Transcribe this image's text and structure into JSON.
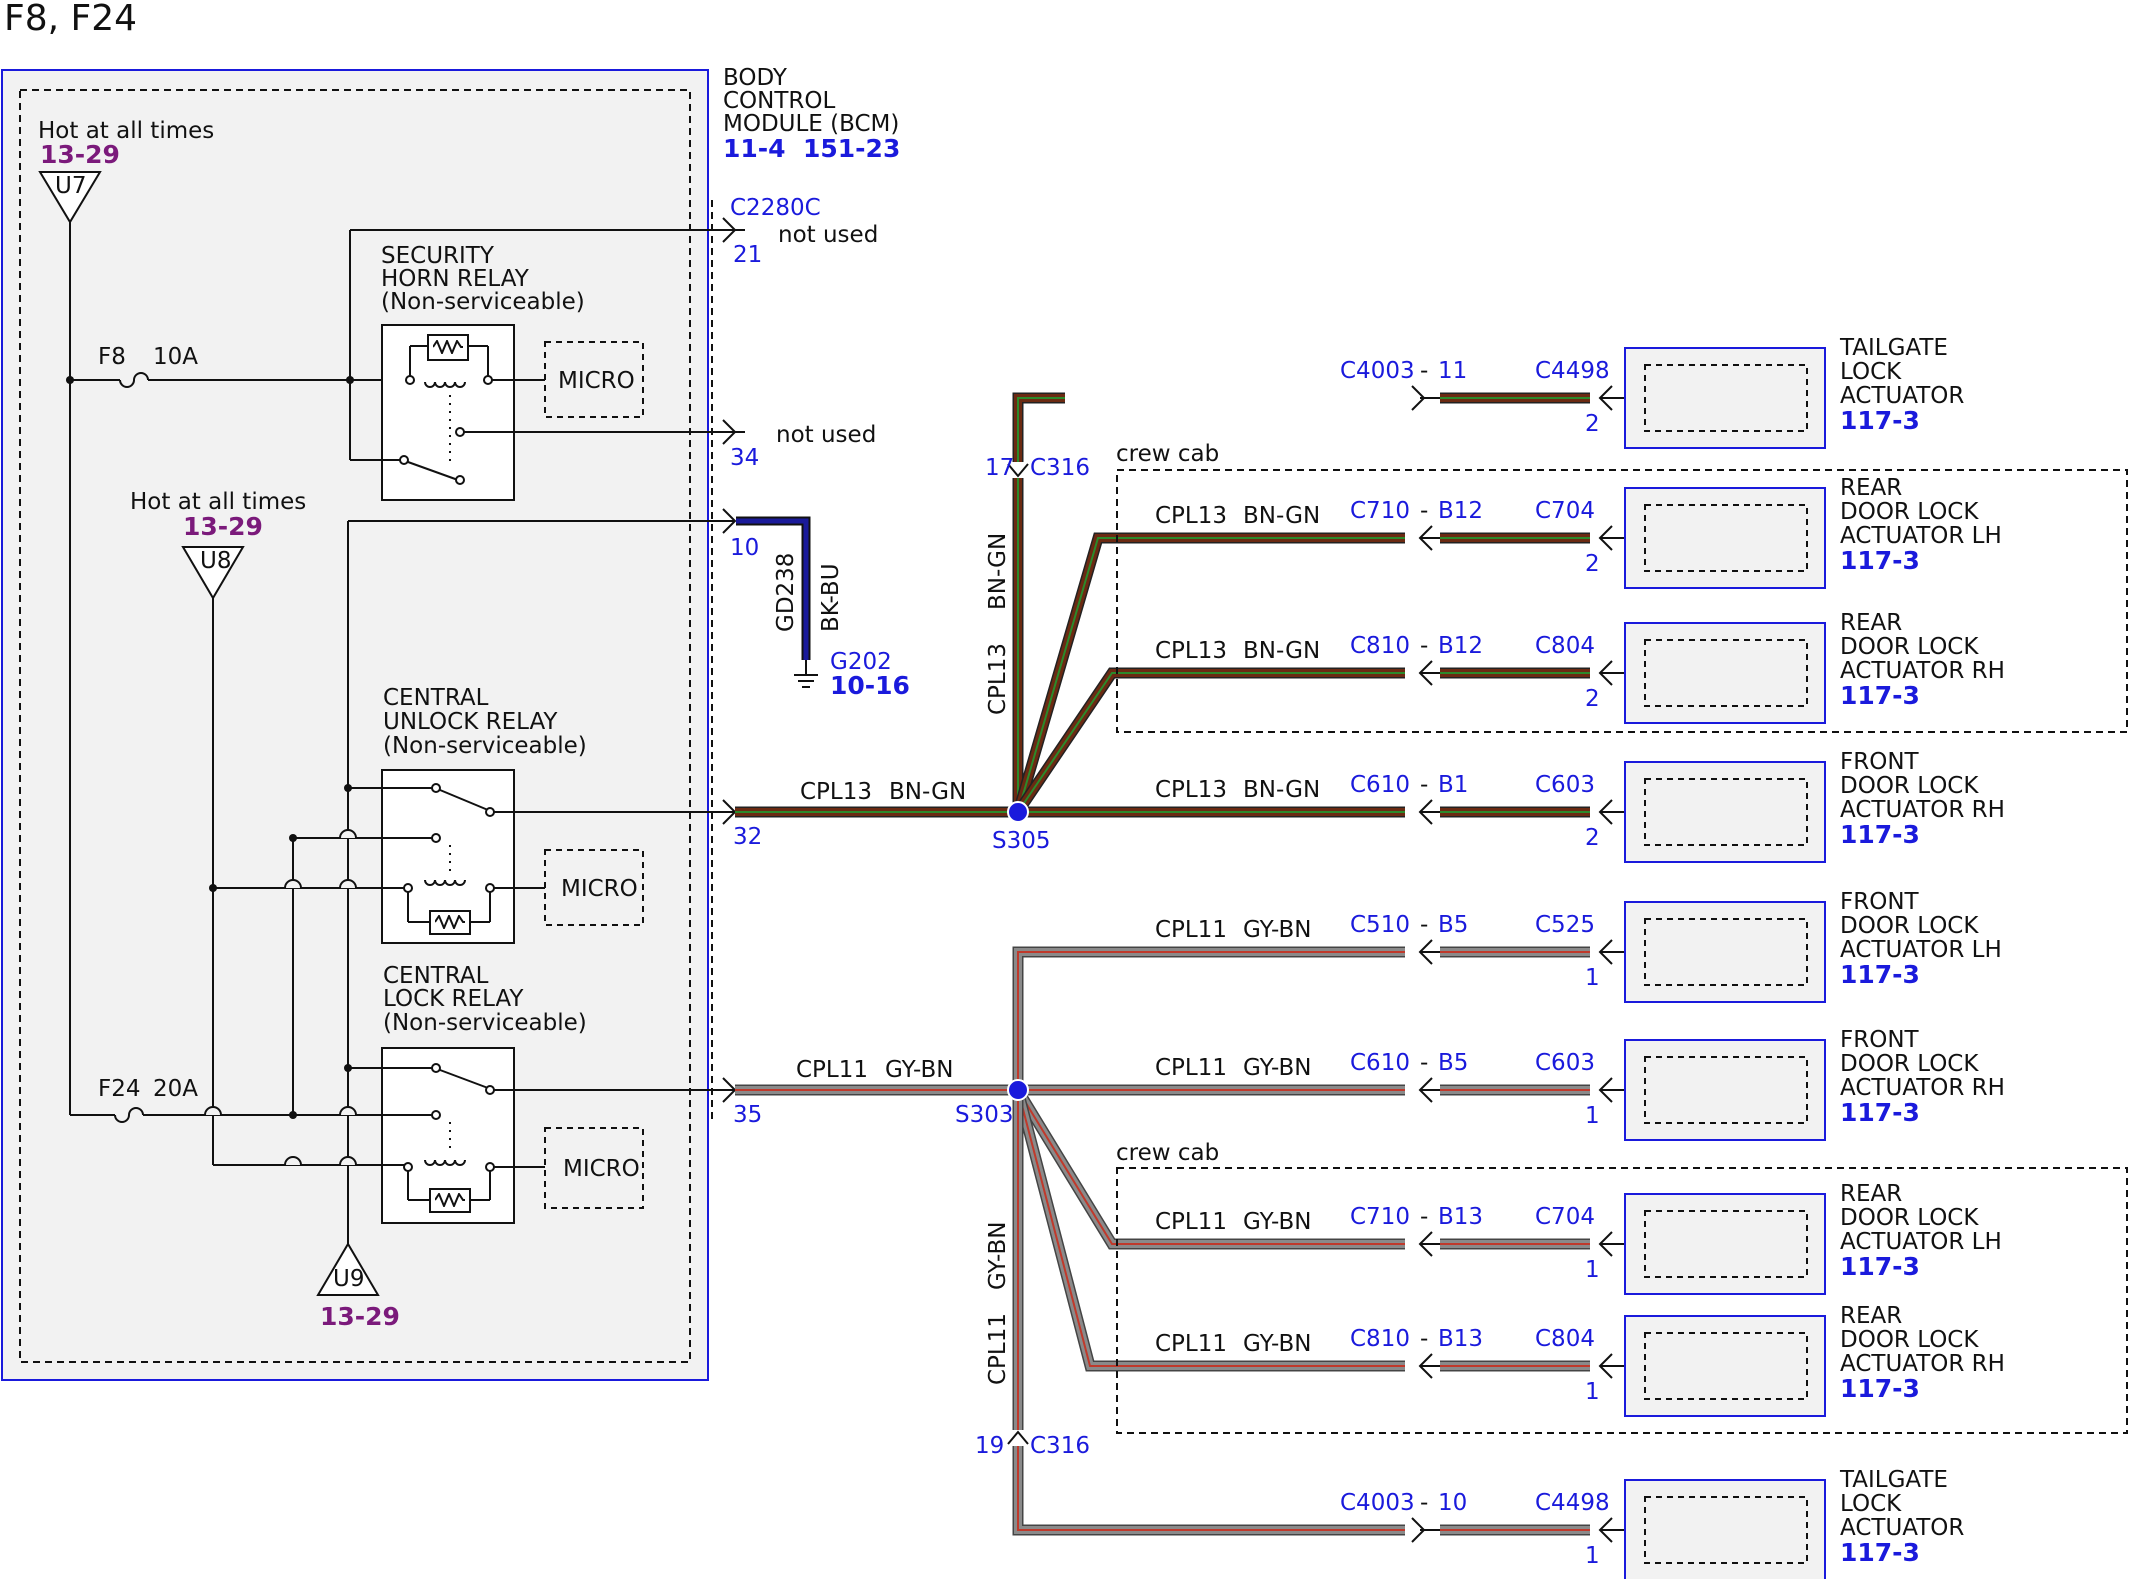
{
  "title": "F8, F24",
  "bcm": {
    "name_lines": [
      "BODY",
      "CONTROL",
      "MODULE (BCM)"
    ],
    "refs": [
      "11-4",
      "151-23"
    ],
    "hot1": {
      "text": "Hot at all times",
      "ref": "13-29",
      "id": "U7"
    },
    "hot2": {
      "text": "Hot at all times",
      "ref": "13-29",
      "id": "U8"
    },
    "hot3": {
      "ref": "13-29",
      "id": "U9"
    },
    "fuse1": {
      "name": "F8",
      "rating": "10A"
    },
    "fuse2": {
      "name": "F24",
      "rating": "20A"
    },
    "relay_security": [
      "SECURITY",
      "HORN RELAY",
      "(Non-serviceable)"
    ],
    "relay_unlock": [
      "CENTRAL",
      "UNLOCK RELAY",
      "(Non-serviceable)"
    ],
    "relay_lock": [
      "CENTRAL",
      "LOCK RELAY",
      "(Non-serviceable)"
    ],
    "micro": "MICRO",
    "connector": "C2280C",
    "pins": {
      "p21": "21",
      "p34": "34",
      "p10": "10",
      "p32": "32",
      "p35": "35"
    },
    "not_used": "not used"
  },
  "ground": {
    "circuit": "GD238",
    "color": "BK-BU",
    "id": "G202",
    "ref": "10-16"
  },
  "labels": {
    "cpl13": "CPL13",
    "bn_gn": "BN-GN",
    "cpl11": "CPL11",
    "gy_bn": "GY-BN",
    "s305": "S305",
    "s303": "S303",
    "c316": "C316",
    "pin17": "17",
    "pin19": "19",
    "crew_cab": "crew cab",
    "ref": "117-3",
    "dash": "-"
  },
  "actuators": [
    {
      "c1": "C4003",
      "c1pin": "11",
      "c2": "C4498",
      "pin": "2",
      "name": [
        "TAILGATE",
        "LOCK",
        "ACTUATOR"
      ]
    },
    {
      "c1": "C710",
      "c1pin": "B12",
      "c2": "C704",
      "pin": "2",
      "name": [
        "REAR",
        "DOOR LOCK",
        "ACTUATOR LH"
      ]
    },
    {
      "c1": "C810",
      "c1pin": "B12",
      "c2": "C804",
      "pin": "2",
      "name": [
        "REAR",
        "DOOR LOCK",
        "ACTUATOR RH"
      ]
    },
    {
      "c1": "C610",
      "c1pin": "B1",
      "c2": "C603",
      "pin": "2",
      "name": [
        "FRONT",
        "DOOR LOCK",
        "ACTUATOR RH"
      ]
    },
    {
      "c1": "C510",
      "c1pin": "B5",
      "c2": "C525",
      "pin": "1",
      "name": [
        "FRONT",
        "DOOR LOCK",
        "ACTUATOR LH"
      ]
    },
    {
      "c1": "C610",
      "c1pin": "B5",
      "c2": "C603",
      "pin": "1",
      "name": [
        "FRONT",
        "DOOR LOCK",
        "ACTUATOR RH"
      ]
    },
    {
      "c1": "C710",
      "c1pin": "B13",
      "c2": "C704",
      "pin": "1",
      "name": [
        "REAR",
        "DOOR LOCK",
        "ACTUATOR LH"
      ]
    },
    {
      "c1": "C810",
      "c1pin": "B13",
      "c2": "C804",
      "pin": "1",
      "name": [
        "REAR",
        "DOOR LOCK",
        "ACTUATOR RH"
      ]
    },
    {
      "c1": "C4003",
      "c1pin": "10",
      "c2": "C4498",
      "pin": "1",
      "name": [
        "TAILGATE",
        "LOCK",
        "ACTUATOR"
      ]
    }
  ],
  "colors": {
    "brown": "#6b2a12",
    "brown_stripe": "#2b8a2b",
    "gray": "#8a8a8a",
    "gray_stripe": "#c0392b",
    "ground_wire": "#1a1a9a",
    "blue": "#1a1adc",
    "purple": "#7b1a7b"
  }
}
